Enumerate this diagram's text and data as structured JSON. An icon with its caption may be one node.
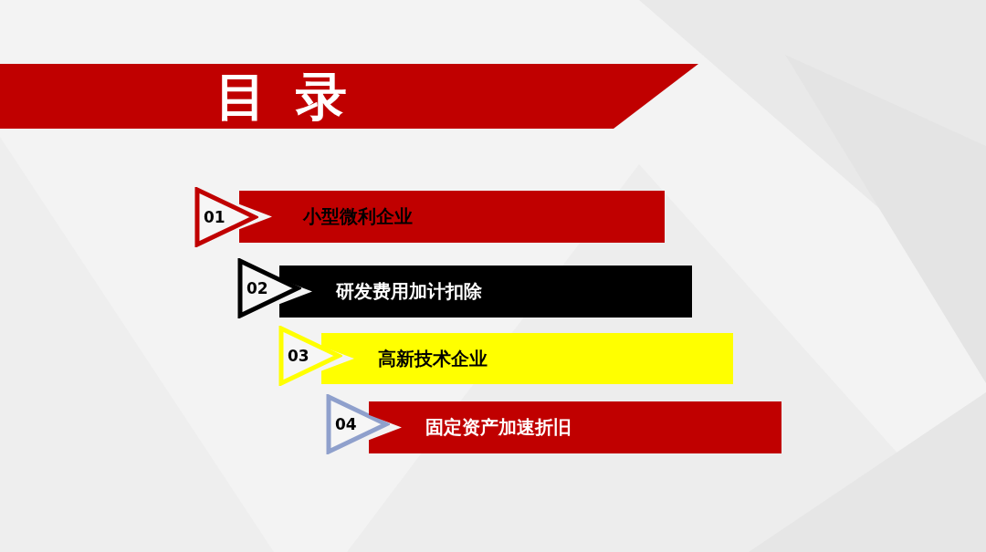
{
  "diagram": {
    "title": "目录",
    "nodes": [
      {
        "text": [
          "01"
        ]
      },
      {
        "text": [
          "小型微利企业"
        ]
      },
      {
        "text": [
          "02"
        ]
      },
      {
        "text": [
          "研发费用加计扣除"
        ]
      },
      {
        "text": [
          "03"
        ]
      },
      {
        "text": [
          "高新技术企业"
        ]
      },
      {
        "text": [
          "04"
        ]
      },
      {
        "text": [
          "固定资产加速折旧"
        ]
      }
    ]
  }
}
